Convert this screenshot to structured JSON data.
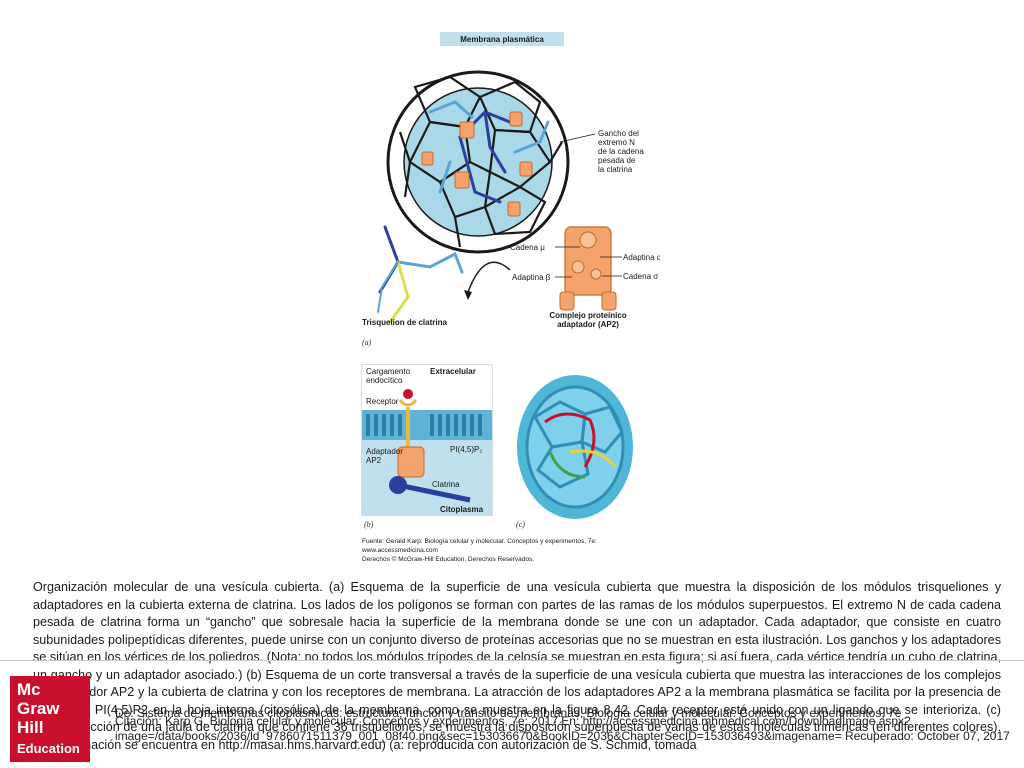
{
  "figure": {
    "top_title": "Membrana plasmática",
    "hook_label_1": "Gancho del",
    "hook_label_2": "extremo N",
    "hook_label_3": "de la cadena",
    "hook_label_4": "pesada de",
    "hook_label_5": "la clatrina",
    "chain_mu": "Cadena μ",
    "adaptin_alpha": "Adaptina α",
    "adaptin_beta": "Adaptina β",
    "chain_sigma": "Cadena σ",
    "triskelion_label": "Trisquelion de clatrina",
    "ap2_label_1": "Complejo proteínico",
    "ap2_label_2": "adaptador (AP2)",
    "panel_a": "(a)",
    "panel_b": "(b)",
    "panel_c": "(c)",
    "b_cargo_1": "Cargamento",
    "b_cargo_2": "endocítico",
    "b_extracelular": "Extracelular",
    "b_receptor": "Receptor",
    "b_pip2": "PI(4,5)P₂",
    "b_adaptador_1": "Adaptador",
    "b_adaptador_2": "AP2",
    "b_clatrina": "Clatrina",
    "b_citoplasma": "Citoplasma",
    "source_1": "Fuente: Gerald Karp: Biología celular y molecular. Conceptos y experimentos, 7e:",
    "source_2": "www.accessmedicina.com",
    "source_3": "Derechos © McGraw-Hill Education. Derechos Reservados."
  },
  "caption": "Organización molecular de una vesícula cubierta. (a) Esquema de la superficie de una vesícula cubierta que muestra la disposición de los módulos trisqueliones y adaptadores en la cubierta externa de clatrina. Los lados de los polígonos se forman con partes de las ramas de los módulos superpuestos. El extremo N de cada cadena pesada de clatrina forma un “gancho” que sobresale hacia la superficie de la membrana donde se une con un adaptador. Cada adaptador, que consiste en cuatro subunidades polipeptídicas diferentes, puede unirse con un conjunto diverso de proteínas accesorias que no se muestran en esta ilustración. Los ganchos y los adaptadores se sitúan en los vértices de los poliedros. (Nota: no todos los módulos trípodes de la celosía se muestran en esta figura; si así fuera, cada vértice tendría un cubo de clatrina, un gancho y un adaptador asociado.) (b) Esquema de un corte transversal a través de la superficie de una vesícula cubierta que muestra las interacciones de los complejos de adaptador AP2 y la cubierta de clatrina y con los receptores de membrana. La atracción de los adaptadores AP2 a la membrana plasmática se facilita por la presencia de moléculas PI(4,5)P2 en la hoja interna (citosólica) de la membrana, como se muestra en la figura 8.42. Cada receptor está unido con un ligando que se interioriza. (c) Reconstrucción de una jaula de clatrina que contiene 36 trisqueliones, se muestra la disposición superpuesta de varias de estas moléculas triméricas (en diferentes colores). (Una animación se encuentra en http://masai.hms.harvard.edu) (a: reproducida con autorización de S. Schmid, tomada",
  "footer": {
    "logo_line1": "Mc",
    "logo_line2": "Graw",
    "logo_line3": "Hill",
    "logo_line4": "Education",
    "source": "De: Sistema de membranas citoplásmicas: estructura, función y tránsito de membranas, Biología celular y molecular. Conceptos y experimentos, 7e",
    "citation": "Citación: Karp G. Biología celular y molecular. Conceptos y experimentos, 7e; 2017 En: http://accessmedicina.mhmedical.com/DownloadImage.aspx?image=/data/books/2036/ld_9786071511379_001_08f40.png&sec=153036670&BookID=2036&ChapterSecID=153036493&imagename= Recuperado: October 07, 2017"
  }
}
